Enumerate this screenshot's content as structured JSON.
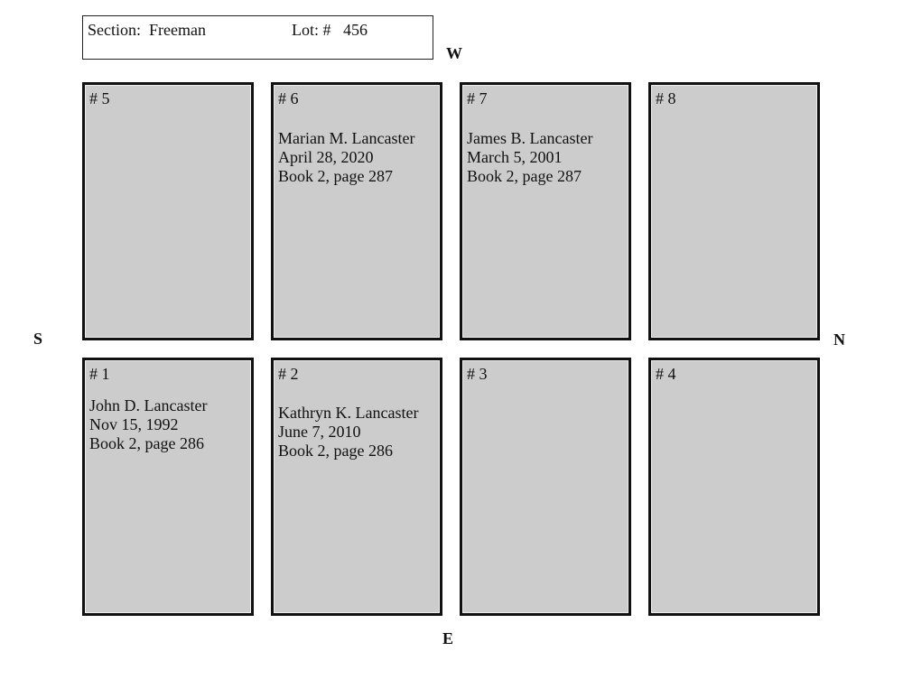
{
  "header": {
    "section_text": "Section:  Freeman",
    "lot_text": "Lot: #   456"
  },
  "compass": {
    "west": "W",
    "east": "E",
    "south": "S",
    "north": "N"
  },
  "plots": {
    "p5": {
      "number": "# 5",
      "name": "",
      "date": "",
      "record": ""
    },
    "p6": {
      "number": "# 6",
      "name": "Marian M. Lancaster",
      "date": "April 28, 2020",
      "record": "Book 2, page 287"
    },
    "p7": {
      "number": "# 7",
      "name": "James B. Lancaster",
      "date": "March 5, 2001",
      "record": "Book 2, page 287"
    },
    "p8": {
      "number": "# 8",
      "name": "",
      "date": "",
      "record": ""
    },
    "p1": {
      "number": "# 1",
      "name": "John D. Lancaster",
      "date": "Nov 15, 1992",
      "record": "Book 2, page 286"
    },
    "p2": {
      "number": "# 2",
      "name": "Kathryn K. Lancaster",
      "date": "June 7, 2010",
      "record": "Book 2, page 286"
    },
    "p3": {
      "number": "# 3",
      "name": "",
      "date": "",
      "record": ""
    },
    "p4": {
      "number": "# 4",
      "name": "",
      "date": "",
      "record": ""
    }
  },
  "colors": {
    "plot_fill": "#cccccc",
    "plot_border": "#111111"
  }
}
